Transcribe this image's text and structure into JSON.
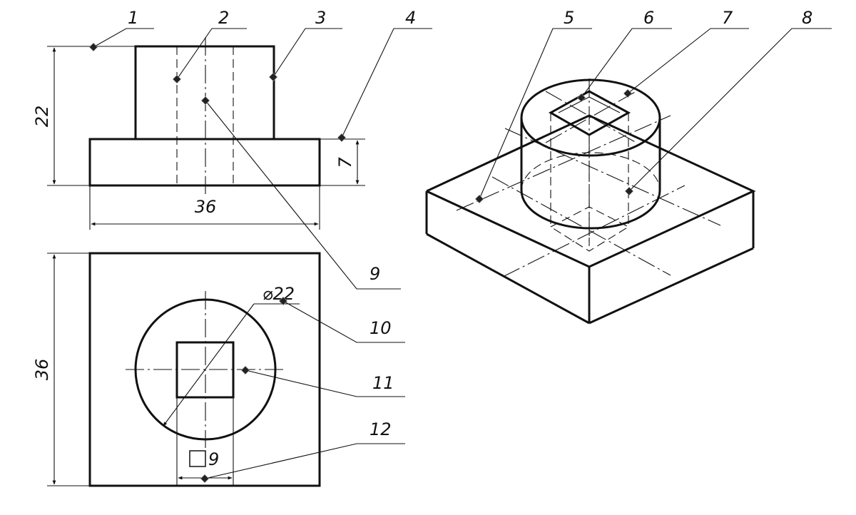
{
  "callouts": [
    "1",
    "2",
    "3",
    "4",
    "5",
    "6",
    "7",
    "8",
    "9",
    "10",
    "11",
    "12"
  ],
  "dimensions": {
    "front_height": "22",
    "flange_height": "7",
    "front_width": "36",
    "top_height": "36",
    "diameter": "⌀22",
    "square_size": "9"
  },
  "colors": {
    "line": "#111111",
    "background": "#ffffff"
  }
}
